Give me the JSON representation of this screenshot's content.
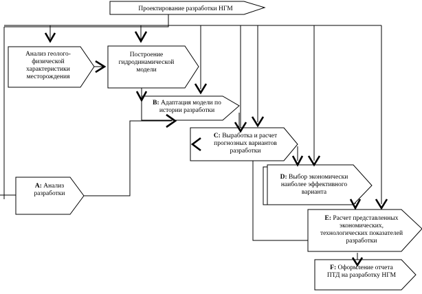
{
  "nodes": [
    {
      "id": "top",
      "lines": [
        "Проектирование разработки НГМ"
      ]
    },
    {
      "id": "geo",
      "lines": [
        "Анализ геолого-",
        "физической",
        "характеристики",
        "месторождения"
      ]
    },
    {
      "id": "model",
      "lines": [
        "Построение",
        "гидродинамической",
        "модели"
      ]
    },
    {
      "id": "B",
      "letter": "B:",
      "lines": [
        "Адаптация модели по",
        "истории разработки"
      ]
    },
    {
      "id": "C",
      "letter": "C:",
      "lines": [
        "Выработка и расчет",
        "прогнозных вариантов",
        "разработки"
      ]
    },
    {
      "id": "A",
      "letter": "A:",
      "lines": [
        "Анализ",
        "разработки"
      ]
    },
    {
      "id": "D",
      "letter": "D:",
      "lines": [
        "Выбор экономически",
        "наиболее эффективного",
        "варианта"
      ]
    },
    {
      "id": "E",
      "letter": "E:",
      "lines": [
        "Расчет представленных",
        "экономических,",
        "технологических показателей",
        "разработки"
      ]
    },
    {
      "id": "F",
      "letter": "F:",
      "lines": [
        "Оформление отчета",
        "ПТД на разработку НГМ"
      ]
    }
  ]
}
